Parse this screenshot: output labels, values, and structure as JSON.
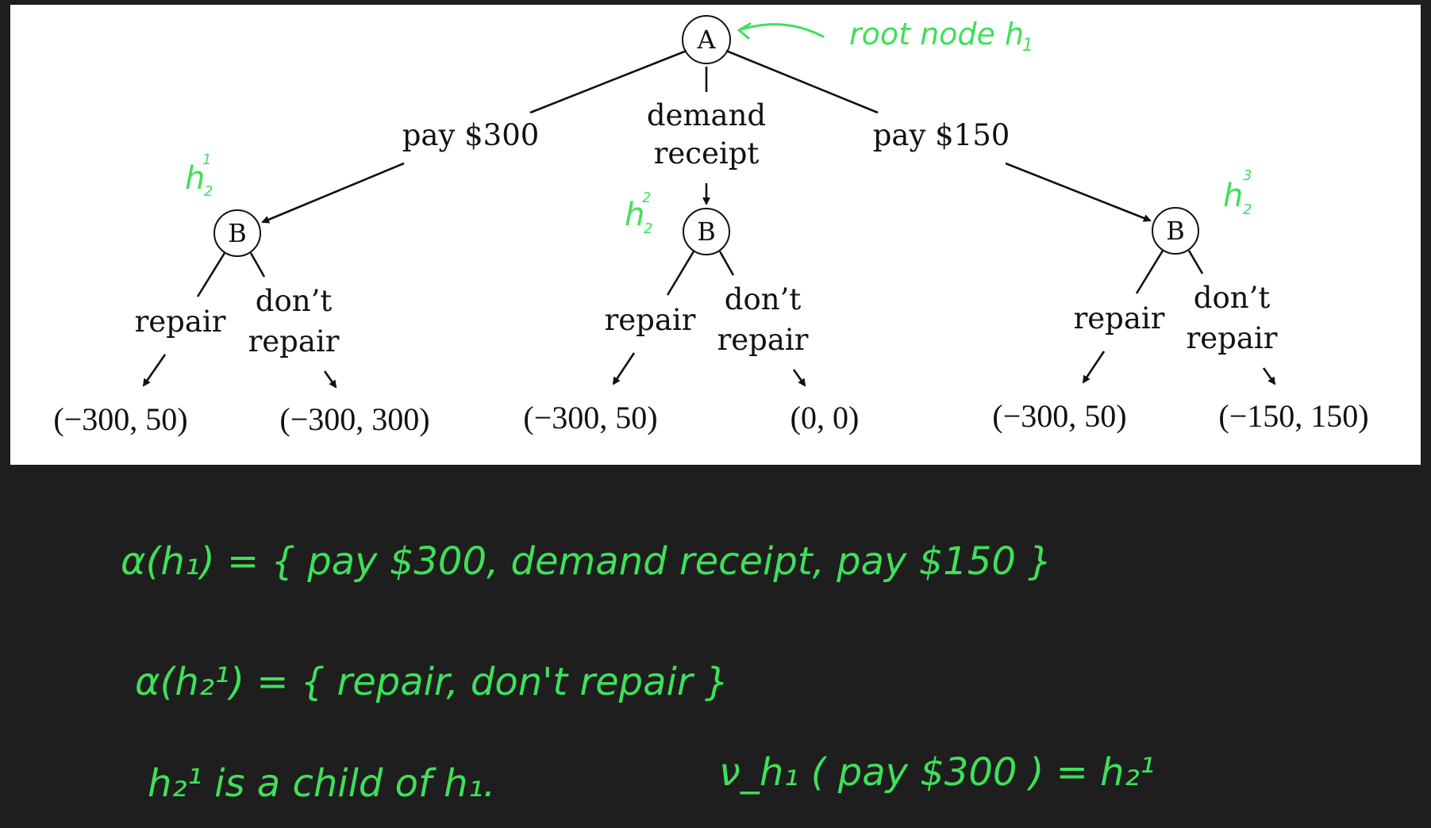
{
  "tree": {
    "root": {
      "label": "A",
      "annotation": "root node h",
      "annotation_sub": "1"
    },
    "actions": [
      "pay $300",
      "demand",
      "receipt",
      "pay $150"
    ],
    "nodes": [
      {
        "label": "B",
        "annotation": "h",
        "sub": "2",
        "sup": "1"
      },
      {
        "label": "B",
        "annotation": "h",
        "sub": "2",
        "sup": "2"
      },
      {
        "label": "B",
        "annotation": "h",
        "sub": "2",
        "sup": "3"
      }
    ],
    "sub_actions": {
      "repair": "repair",
      "dont_line1": "don’t",
      "dont_line2": "repair"
    },
    "payoffs": [
      "(−300, 50)",
      "(−300, 300)",
      "(−300, 50)",
      "(0, 0)",
      "(−300, 50)",
      "(−150, 150)"
    ]
  },
  "notes": {
    "line1": "α(h₁) = { pay $300, demand receipt, pay $150 }",
    "line2": "α(h₂¹) = { repair, don't repair }",
    "line3a": "h₂¹ is a child of h₁.",
    "line3b": "ν_h₁ ( pay $300 ) = h₂¹"
  },
  "colors": {
    "ink": "#3fe05a",
    "background": "#1e1e1e",
    "panel": "#ffffff"
  }
}
